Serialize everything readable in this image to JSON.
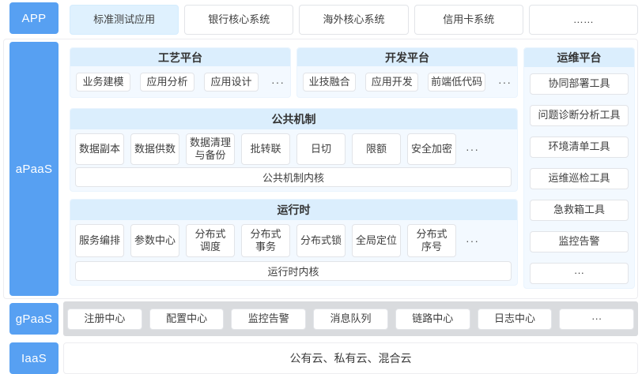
{
  "rows": {
    "app": {
      "label": "APP",
      "items": [
        {
          "label": "标准测试应用",
          "highlight": true
        },
        {
          "label": "银行核心系统",
          "highlight": false
        },
        {
          "label": "海外核心系统",
          "highlight": false
        },
        {
          "label": "信用卡系统",
          "highlight": false
        },
        {
          "label": "……",
          "highlight": false
        }
      ]
    },
    "apaas": {
      "label": "aPaaS",
      "panels": {
        "process": {
          "title": "工艺平台",
          "items": [
            "业务建模",
            "应用分析",
            "应用设计"
          ],
          "more": "···"
        },
        "dev": {
          "title": "开发平台",
          "items": [
            "业技融合",
            "应用开发",
            "前端低代码"
          ],
          "more": "···"
        },
        "ops": {
          "title": "运维平台",
          "items": [
            "协同部署工具",
            "问题诊断分析工具",
            "环境清单工具",
            "运维巡检工具",
            "急救箱工具",
            "监控告警",
            "···"
          ]
        },
        "common": {
          "title": "公共机制",
          "items": [
            "数据副本",
            "数据供数",
            "数据清理\n与备份",
            "批转联",
            "日切",
            "限额",
            "安全加密"
          ],
          "more": "···",
          "kernel": "公共机制内核"
        },
        "runtime": {
          "title": "运行时",
          "items": [
            "服务编排",
            "参数中心",
            "分布式\n调度",
            "分布式\n事务",
            "分布式锁",
            "全局定位",
            "分布式\n序号"
          ],
          "more": "···",
          "kernel": "运行时内核"
        }
      }
    },
    "gpaas": {
      "label": "gPaaS",
      "items": [
        "注册中心",
        "配置中心",
        "监控告警",
        "消息队列",
        "链路中心",
        "日志中心",
        "···"
      ]
    },
    "iaas": {
      "label": "IaaS",
      "text": "公有云、私有云、混合云"
    }
  },
  "colors": {
    "layer_blue": "#57a0f2",
    "panel_header_blue": "#dbeefd",
    "panel_body_blue": "#f3f9ff",
    "app_highlight_blue": "#dff1fe",
    "gpaas_gray_band": "#d9dbde",
    "box_border": "#e2e4e8",
    "text": "#3e3e3e"
  }
}
